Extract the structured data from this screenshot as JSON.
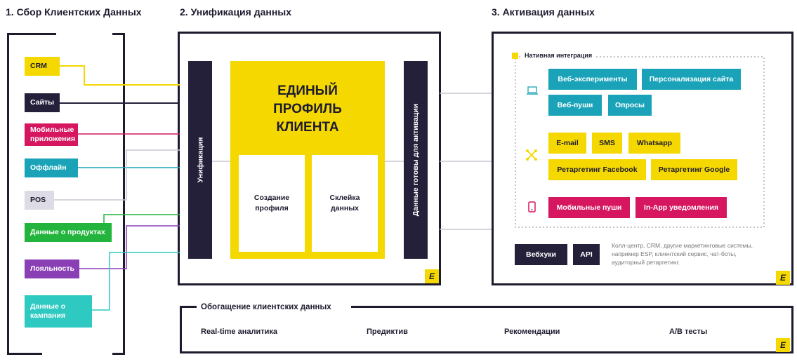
{
  "sections": {
    "collect": "1. Сбор Клиентских Данных",
    "unify": "2. Унификация данных",
    "activate": "3. Активация данных"
  },
  "sources": [
    {
      "label": "CRM",
      "color": "#f5d800",
      "text_color": "#1d1b2e"
    },
    {
      "label": "Сайты",
      "color": "#25203a",
      "text_color": "#ffffff"
    },
    {
      "label": "Мобильные приложения",
      "color": "#d6165f",
      "text_color": "#ffffff"
    },
    {
      "label": "Оффлайн",
      "color": "#1aa3b8",
      "text_color": "#ffffff"
    },
    {
      "label": "POS",
      "color": "#dcdbe6",
      "text_color": "#1d1b2e"
    },
    {
      "label": "Данные о продуктах",
      "color": "#22b43c",
      "text_color": "#ffffff"
    },
    {
      "label": "Лояльность",
      "color": "#8a3fb5",
      "text_color": "#ffffff"
    },
    {
      "label": "Данные о кампания",
      "color": "#2ec9c0",
      "text_color": "#ffffff"
    }
  ],
  "unification": {
    "left_bar": "Унификация",
    "profile_title": "ЕДИНЫЙ ПРОФИЛЬ КЛИЕНТА",
    "create_profile": "Создание профиля",
    "merge_data": "Склейка данных",
    "right_bar": "Данные готовы для активации"
  },
  "activation": {
    "native_label": "Нативная интеграция",
    "web_icon": "laptop-icon",
    "channels_icon": "network-icon",
    "mobile_icon": "phone-icon",
    "web": [
      "Веб-эксперименты",
      "Персонализация сайта",
      "Веб-пуши",
      "Опросы"
    ],
    "channels": [
      "E-mail",
      "SMS",
      "Whatsapp",
      "Ретаргетинг Facebook",
      "Ретаргетинг Google"
    ],
    "mobile": [
      "Мобильные пуши",
      "In-App уведомления"
    ],
    "webhooks": "Вебхуки",
    "api": "API",
    "note": "Колл-центр, CRM, другие маркетинговые системы, например ESP, клиентский сервис, чат-боты, аудиторный ретаргетинг."
  },
  "enrichment": {
    "title": "Обогащение клиентских данных",
    "items": [
      "Real-time аналитика",
      "Предиктив",
      "Рекомендации",
      "A/B тесты"
    ]
  },
  "logo_glyph": "E",
  "colors": {
    "yellow": "#f5d800",
    "dark": "#25203a",
    "teal": "#1aa3b8",
    "magenta": "#d6165f"
  }
}
